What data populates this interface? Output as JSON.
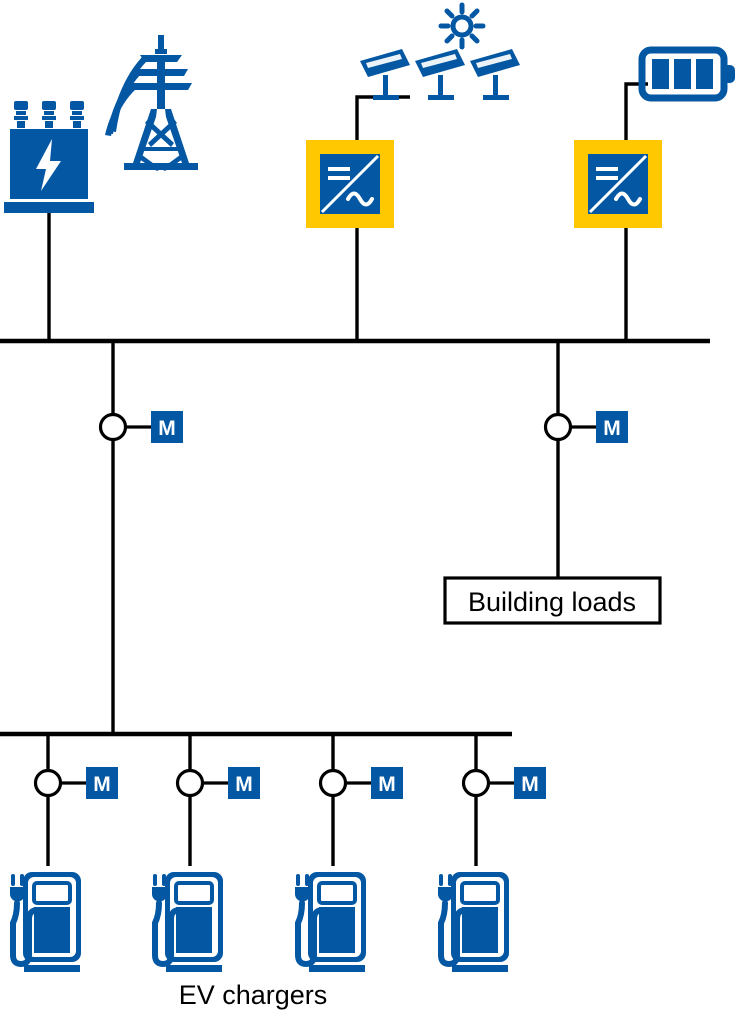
{
  "diagram": {
    "title": "EV charging microgrid single-line diagram",
    "colors": {
      "brand_blue": "#0357A3",
      "accent_yellow": "#FFC800",
      "line_black": "#000000",
      "background": "#FFFFFF"
    },
    "labels": {
      "building_loads": "Building loads",
      "ev_chargers": "EV chargers",
      "meter_symbol": "M"
    },
    "sources": [
      {
        "id": "grid",
        "icon": "transformer-icon",
        "secondary_icon": "transmission-tower-icon",
        "name": "Grid transformer"
      },
      {
        "id": "pv",
        "icon": "solar-panel-icon",
        "secondary_icon": "sun-icon",
        "converter": "inverter-icon",
        "name": "Solar PV array"
      },
      {
        "id": "battery",
        "icon": "battery-icon",
        "converter": "inverter-icon",
        "name": "Battery storage"
      }
    ],
    "inverter_symbol": {
      "dc_label": "=",
      "ac_label": "~"
    },
    "buses": [
      {
        "id": "main-bus",
        "name": "Main AC bus"
      },
      {
        "id": "ev-bus",
        "name": "EV charger bus"
      }
    ],
    "meters": [
      {
        "id": "meter-main-feeder",
        "label": "M"
      },
      {
        "id": "meter-building",
        "label": "M"
      },
      {
        "id": "meter-ev-1",
        "label": "M"
      },
      {
        "id": "meter-ev-2",
        "label": "M"
      },
      {
        "id": "meter-ev-3",
        "label": "M"
      },
      {
        "id": "meter-ev-4",
        "label": "M"
      }
    ],
    "loads": [
      {
        "id": "building-loads",
        "label": "Building loads",
        "type": "box"
      }
    ],
    "ev_chargers": [
      {
        "id": "ev-charger-1",
        "icon": "ev-charger-icon"
      },
      {
        "id": "ev-charger-2",
        "icon": "ev-charger-icon"
      },
      {
        "id": "ev-charger-3",
        "icon": "ev-charger-icon"
      },
      {
        "id": "ev-charger-4",
        "icon": "ev-charger-icon"
      }
    ]
  }
}
